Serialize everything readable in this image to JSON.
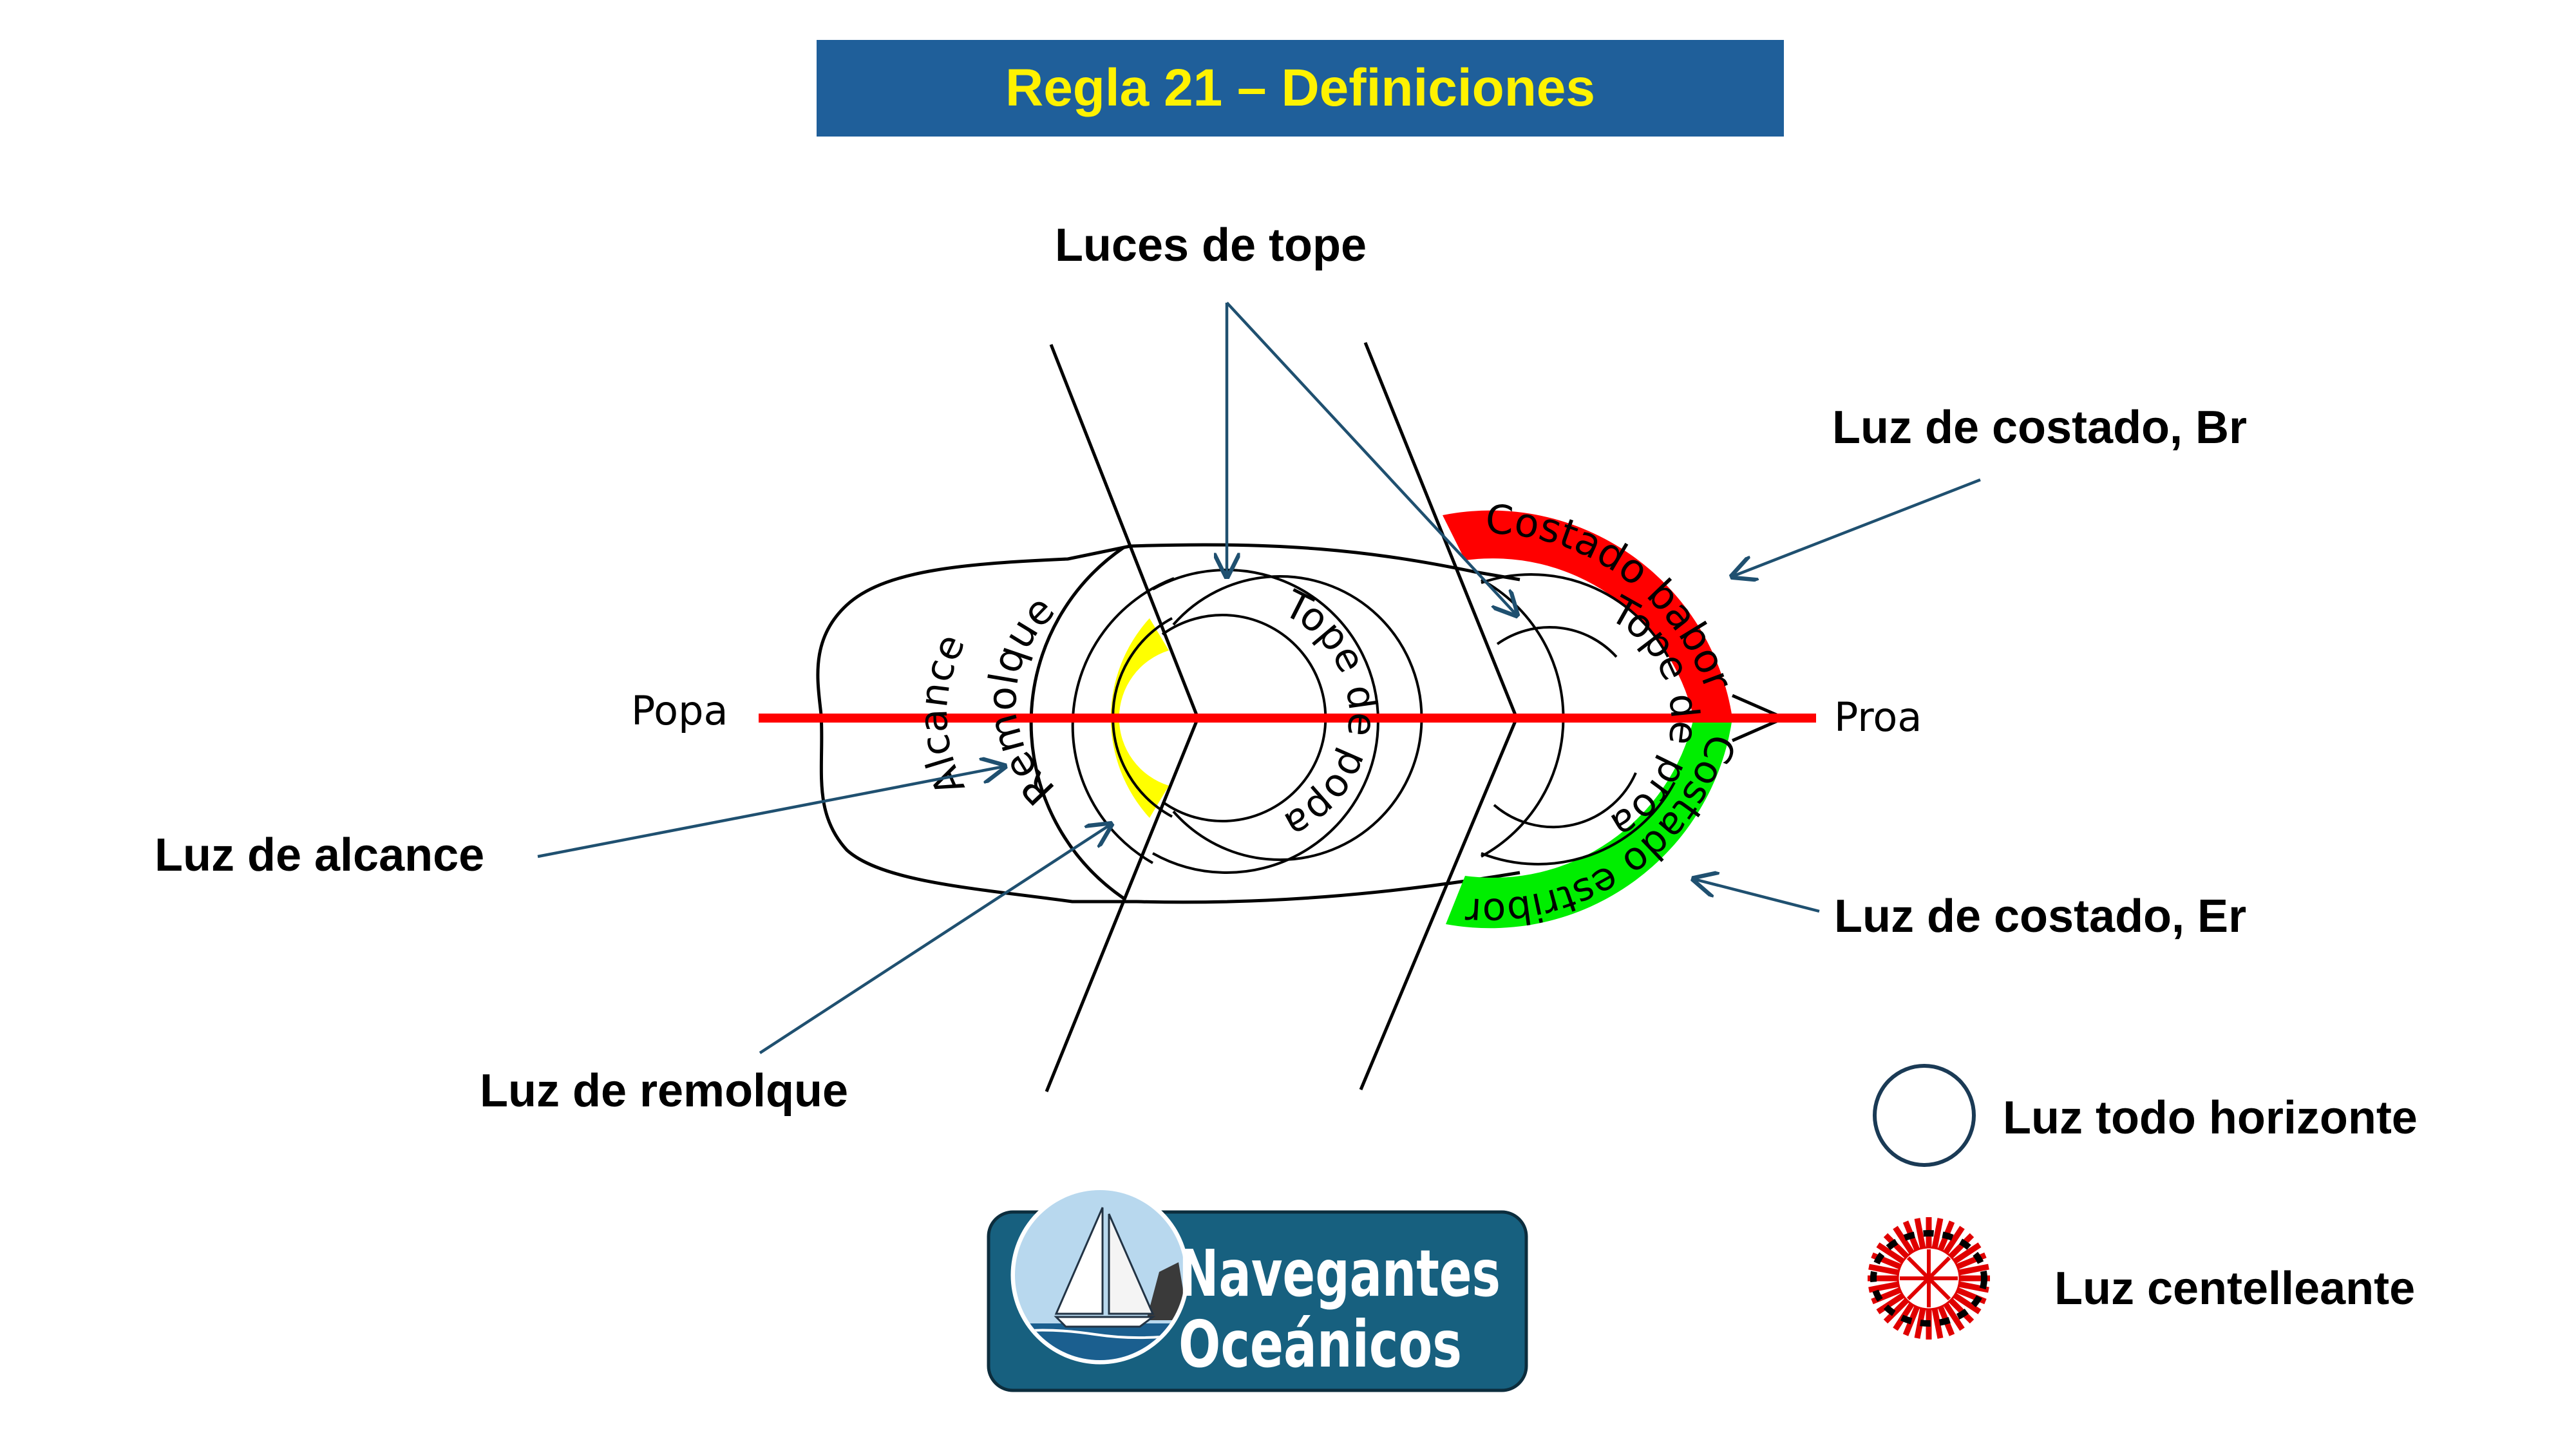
{
  "title": "Regla 21  – Definiciones",
  "labels": {
    "luces_tope": "Luces de tope",
    "luz_costado_br": "Luz de costado, Br",
    "luz_costado_er": "Luz de costado, Er",
    "luz_alcance": "Luz de alcance",
    "luz_remolque": "Luz de remolque",
    "popa": "Popa",
    "proa": "Proa",
    "luz_todo_horizonte": "Luz todo horizonte",
    "luz_centelleante": "Luz centelleante"
  },
  "arcs": {
    "alcance": "Alcance",
    "remolque": "Remolque",
    "tope_popa": "Tope de popa",
    "tope_proa": "Tope de proa",
    "costado_babor": "Costado babor",
    "costado_estribor": "Costado estribor"
  },
  "logo": {
    "line1": "Navegantes",
    "line2": "Oceánicos"
  },
  "colors": {
    "title_bg": "#1f5f9a",
    "title_text": "#fff200",
    "keel_line": "#ff0000",
    "port_red": "#ff0000",
    "starboard_green": "#00ee00",
    "stern_yellow": "#ffff00",
    "arrow": "#1f5070",
    "logo_bg": "#17607f"
  }
}
